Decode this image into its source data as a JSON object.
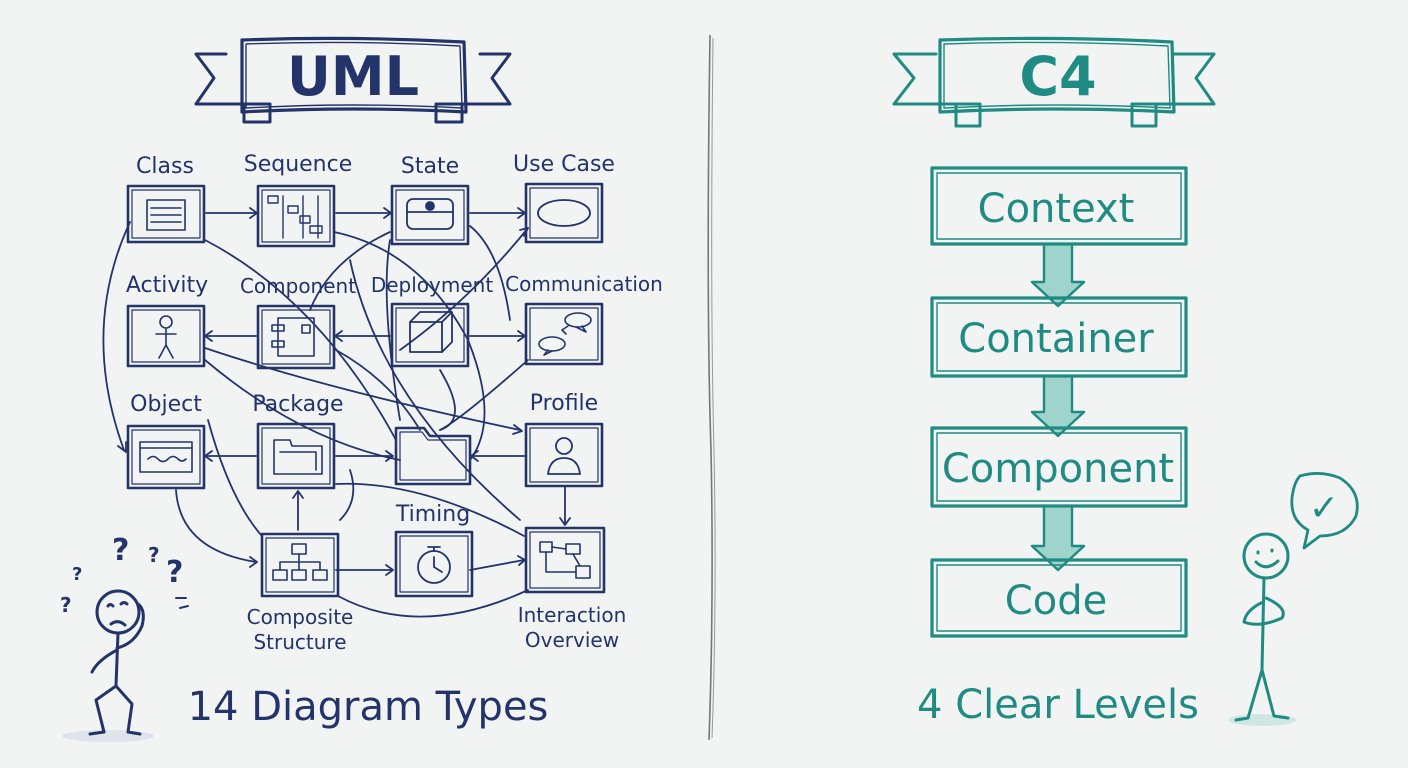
{
  "left_panel": {
    "title": "UML",
    "diagram_types": [
      "Class",
      "Sequence",
      "State",
      "Use Case",
      "Activity",
      "Component",
      "Deployment",
      "Communication",
      "Object",
      "Package",
      "Profile",
      "Timing",
      "Composite Structure",
      "Interaction Overview"
    ],
    "composite_line1": "Composite",
    "composite_line2": "Structure",
    "interaction_line1": "Interaction",
    "interaction_line2": "Overview",
    "footer": "14 Diagram Types",
    "figure_marks": [
      "?",
      "?",
      "?",
      "?",
      "?"
    ],
    "color": "#23346b"
  },
  "right_panel": {
    "title": "C4",
    "levels": [
      "Context",
      "Container",
      "Component",
      "Code"
    ],
    "footer": "4 Clear Levels",
    "speech_mark": "✓",
    "color": "#1f8b82"
  }
}
